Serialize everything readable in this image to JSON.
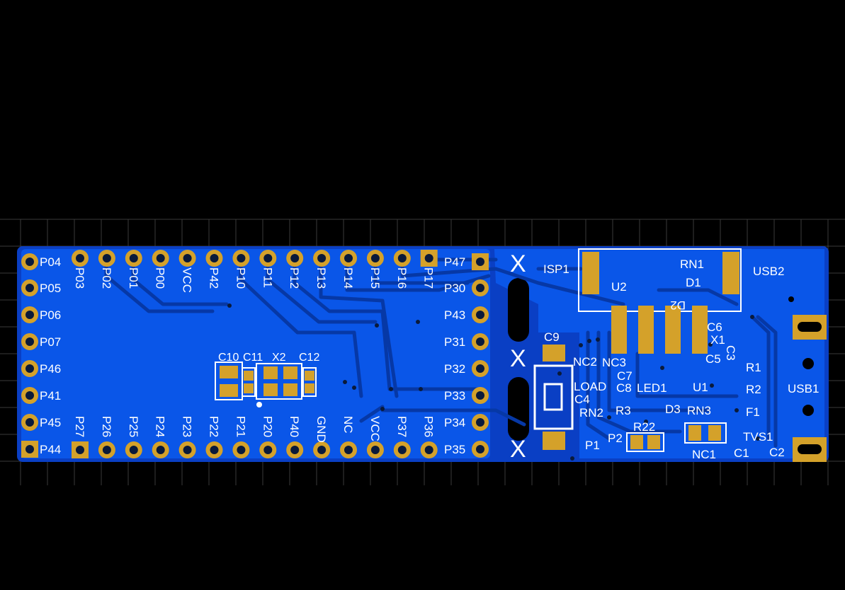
{
  "colors": {
    "background": "#000000",
    "grid": "#3a3a3a",
    "board": "#0a3fc4",
    "copper_pour": "#0a56e8",
    "trace": "#0638a6",
    "pad": "#d4a12a",
    "drill": "#0a1a3a",
    "silkscreen": "#ffffff"
  },
  "left_header_labels": [
    "P04",
    "P05",
    "P06",
    "P07",
    "P46",
    "P41",
    "P45",
    "P44"
  ],
  "right_header_labels": [
    "P47",
    "P30",
    "P43",
    "P31",
    "P32",
    "P33",
    "P34",
    "P35"
  ],
  "top_row_labels": [
    "P03",
    "P02",
    "P01",
    "P00",
    "VCC",
    "P42",
    "P10",
    "P11",
    "P12",
    "P13",
    "P14",
    "P15",
    "P16",
    "P17"
  ],
  "bottom_row_labels": [
    "P27",
    "P26",
    "P25",
    "P24",
    "P23",
    "P22",
    "P21",
    "P20",
    "P40",
    "GND",
    "NC",
    "VCC",
    "P37",
    "P36"
  ],
  "crystal_labels": {
    "c10": "C10",
    "c11": "C11",
    "x2": "X2",
    "c12": "C12"
  },
  "mounting_marks": [
    "X",
    "X",
    "X"
  ],
  "components": {
    "isp1": "ISP1",
    "u2": "U2",
    "rn1": "RN1",
    "d1": "D1",
    "d2": "D2",
    "usb2": "USB2",
    "c9": "C9",
    "nc2": "NC2",
    "nc3": "NC3",
    "c7": "C7",
    "c6": "C6",
    "x1": "X1",
    "c5": "C5",
    "c3": "C3",
    "load": "LOAD",
    "c4": "C4",
    "c8": "C8",
    "led1": "LED1",
    "u1": "U1",
    "r1": "R1",
    "r2": "R2",
    "usb1": "USB1",
    "rn2": "RN2",
    "r3": "R3",
    "d3": "D3",
    "rn3": "RN3",
    "f1": "F1",
    "p1": "P1",
    "p2": "P2",
    "r22": "R22",
    "tvs1": "TVS1",
    "nc1": "NC1",
    "c1": "C1",
    "c2": "C2"
  }
}
